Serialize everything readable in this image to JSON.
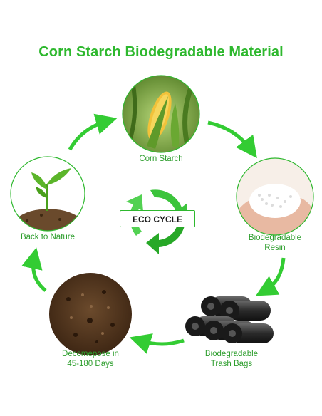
{
  "title": "Corn Starch Biodegradable Material",
  "center": {
    "label": "ECO CYCLE"
  },
  "steps": [
    {
      "lines": [
        "Corn Starch"
      ]
    },
    {
      "lines": [
        "Biodegradable",
        "Resin"
      ]
    },
    {
      "lines": [
        "Biodegradable",
        "Trash Bags"
      ]
    },
    {
      "lines": [
        "Decomepose in",
        "45-180 Days"
      ]
    },
    {
      "lines": [
        "Back to Nature"
      ]
    }
  ],
  "colors": {
    "accent": "#2eb82e",
    "arrow": "#33cc33",
    "text": "#2e9e2e"
  }
}
